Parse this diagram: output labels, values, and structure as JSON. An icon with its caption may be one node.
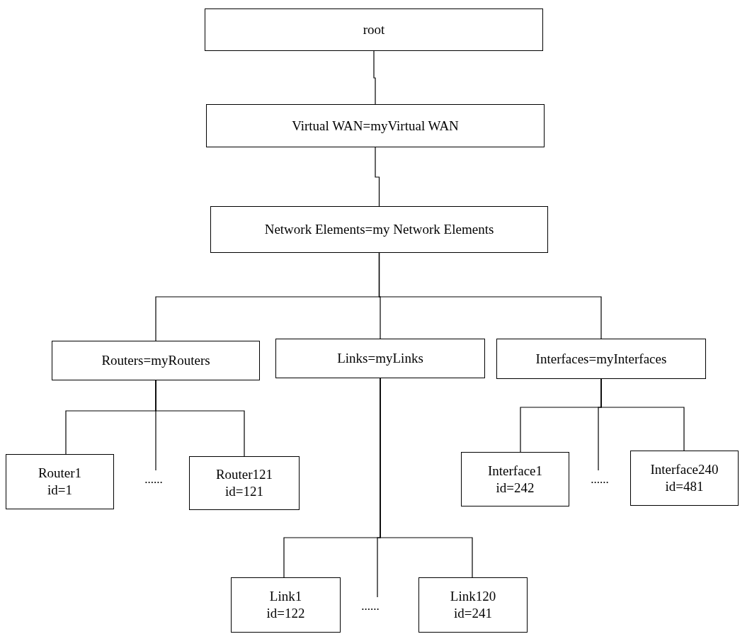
{
  "diagram": {
    "nodes": [
      {
        "text": [
          "root"
        ]
      },
      {
        "text": [
          "Virtual WAN=myVirtual WAN"
        ]
      },
      {
        "text": [
          "Network Elements=my Network Elements"
        ]
      },
      {
        "text": [
          "Routers=myRouters"
        ]
      },
      {
        "text": [
          "Links=myLinks"
        ]
      },
      {
        "text": [
          "Interfaces=myInterfaces"
        ]
      },
      {
        "text": [
          "Router1 id=1"
        ]
      },
      {
        "text": [
          "......"
        ]
      },
      {
        "text": [
          "Router121 id=121"
        ]
      },
      {
        "text": [
          "Interface1 id=242"
        ]
      },
      {
        "text": [
          "......"
        ]
      },
      {
        "text": [
          "Interface240 id=481"
        ]
      },
      {
        "text": [
          "Link1 id=122"
        ]
      },
      {
        "text": [
          "......"
        ]
      },
      {
        "text": [
          "Link120 id=241"
        ]
      }
    ],
    "edges": [
      {
        "from": 0,
        "to": 1,
        "arrow": "none"
      },
      {
        "from": 1,
        "to": 2,
        "arrow": "none"
      },
      {
        "from": 2,
        "to": 3,
        "arrow": "none"
      },
      {
        "from": 2,
        "to": 4,
        "arrow": "none"
      },
      {
        "from": 2,
        "to": 5,
        "arrow": "none"
      },
      {
        "from": 3,
        "to": 6,
        "arrow": "none"
      },
      {
        "from": 3,
        "to": 7,
        "arrow": "none"
      },
      {
        "from": 3,
        "to": 8,
        "arrow": "none"
      },
      {
        "from": 5,
        "to": 9,
        "arrow": "none"
      },
      {
        "from": 5,
        "to": 10,
        "arrow": "none"
      },
      {
        "from": 5,
        "to": 11,
        "arrow": "none"
      },
      {
        "from": 4,
        "to": 12,
        "arrow": "none"
      },
      {
        "from": 4,
        "to": 13,
        "arrow": "none"
      },
      {
        "from": 4,
        "to": 14,
        "arrow": "none"
      }
    ]
  }
}
